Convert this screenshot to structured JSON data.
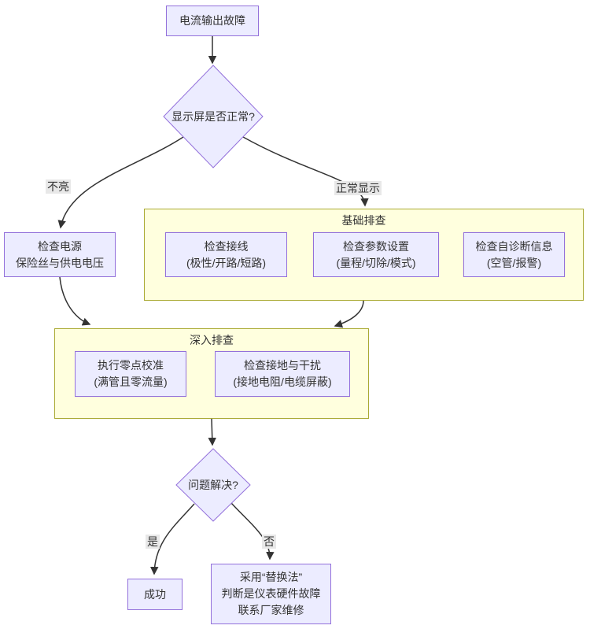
{
  "nodes": {
    "start": {
      "lines": [
        "电流输出故障"
      ]
    },
    "display_decision": {
      "lines": [
        "显示屏是否正常?"
      ]
    },
    "check_power": {
      "lines": [
        "检查电源",
        "保险丝与供电电压"
      ]
    },
    "check_wiring": {
      "lines": [
        "检查接线",
        "(极性/开路/短路)"
      ]
    },
    "check_params": {
      "lines": [
        "检查参数设置",
        "(量程/切除/模式)"
      ]
    },
    "check_selfdiag": {
      "lines": [
        "检查自诊断信息",
        "(空管/报警)"
      ]
    },
    "zero_calibration": {
      "lines": [
        "执行零点校准",
        "(满管且零流量)"
      ]
    },
    "ground_interference": {
      "lines": [
        "检查接地与干扰",
        "(接地电阻/电缆屏蔽)"
      ]
    },
    "solved_decision": {
      "lines": [
        "问题解决?"
      ]
    },
    "success": {
      "lines": [
        "成功"
      ]
    },
    "replacement": {
      "lines": [
        "采用“替换法”",
        "判断是仪表硬件故障",
        "联系厂家维修"
      ]
    }
  },
  "subgraphs": {
    "basic": {
      "title": "基础排查"
    },
    "deep": {
      "title": "深入排查"
    }
  },
  "edge_labels": {
    "not_lit": "不亮",
    "normal_display": "正常显示",
    "yes": "是",
    "no": "否"
  },
  "colors": {
    "node_fill": "#ECECFF",
    "node_border": "#9370DB",
    "cluster_fill": "#FFFFDE",
    "cluster_border": "#AAAA33",
    "edge_color": "#333333",
    "text_color": "#333333",
    "edge_label_bg": "#E8E8E8",
    "background": "#FFFFFF"
  }
}
